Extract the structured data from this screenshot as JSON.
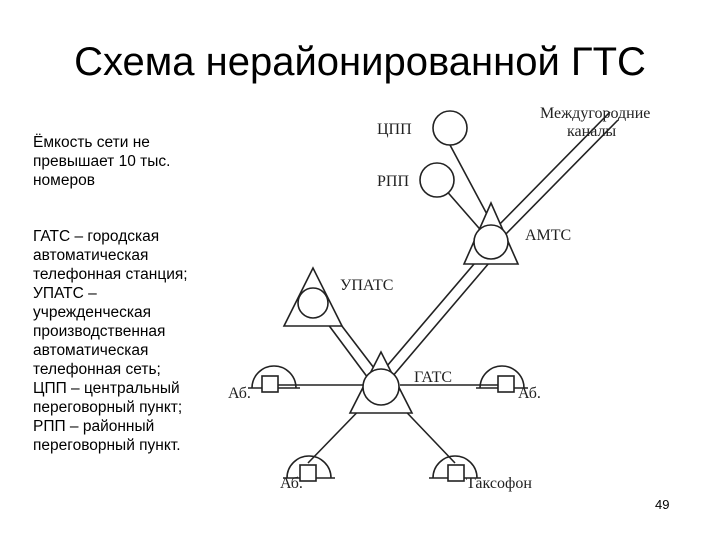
{
  "title": "Схема нерайонированной ГТС",
  "capacity_note": "Ёмкость сети не\nпревышает 10 тыс.\nномеров",
  "legend": "ГАТС – городская\nавтоматическая\nтелефонная станция;\nУПАТС –\nучрежденческая\nпроизводственная\nавтоматическая\nтелефонная сеть;\nЦПП – центральный\nпереговорный пункт;\nРПП – районный\nпереговорный пункт.",
  "diagram": {
    "nodes": {
      "cpp": "ЦПП",
      "rpp": "РПП",
      "amts": "АМТС",
      "upats": "УПАТС",
      "gats": "ГАТС",
      "intercity_channels": "Междугородние\nканалы",
      "subscriber": "Аб.",
      "payphone": "Таксофон"
    }
  },
  "page_number": "49"
}
